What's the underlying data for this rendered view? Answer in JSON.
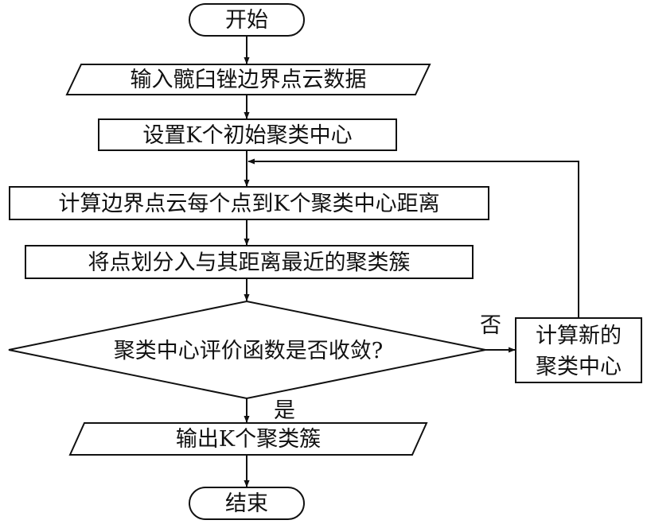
{
  "nodes": {
    "start": {
      "label": "开始"
    },
    "input": {
      "label": "输入髋臼锉边界点云数据"
    },
    "init": {
      "label": "设置K个初始聚类中心"
    },
    "distance": {
      "label": "计算边界点云每个点到K个聚类中心距离"
    },
    "assign": {
      "label": "将点划分入与其距离最近的聚类簇"
    },
    "decision": {
      "label": "聚类中心评价函数是否收敛?"
    },
    "recompute": {
      "line1": "计算新的",
      "line2": "聚类中心"
    },
    "output": {
      "label": "输出K个聚类簇"
    },
    "end": {
      "label": "结束"
    }
  },
  "edges": {
    "no_label": "否",
    "yes_label": "是"
  }
}
